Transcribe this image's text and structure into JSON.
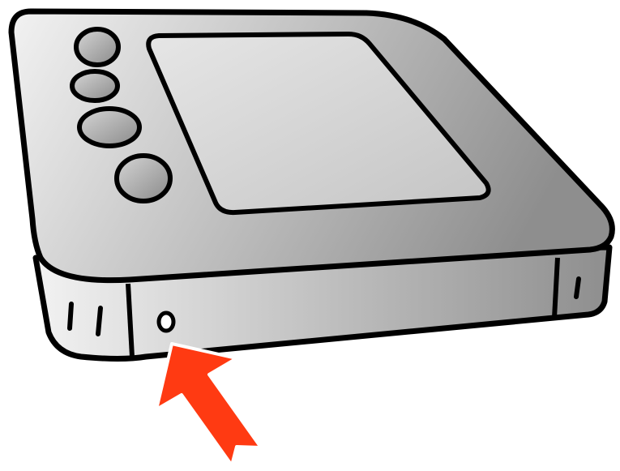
{
  "figure": {
    "subject": "device-with-reset-pinhole",
    "colors": {
      "outline": "#000000",
      "body_light": "#f2f2f2",
      "body_dark": "#8e8e8e",
      "screen_light": "#e6e6e6",
      "screen_dark": "#c4c4c4",
      "button_light": "#d6d6d6",
      "button_dark": "#8a8a8a",
      "pinhole_fill": "#ffffff",
      "arrow": "#ff3a12",
      "background": "#ffffff"
    },
    "icons": {
      "arrow": "red-pointer-arrow-icon",
      "pinhole": "reset-pinhole-icon",
      "vents": "vent-slot-icon"
    },
    "front_buttons_count": 4,
    "left_vent_slots": 2,
    "right_vent_slots": 1
  }
}
